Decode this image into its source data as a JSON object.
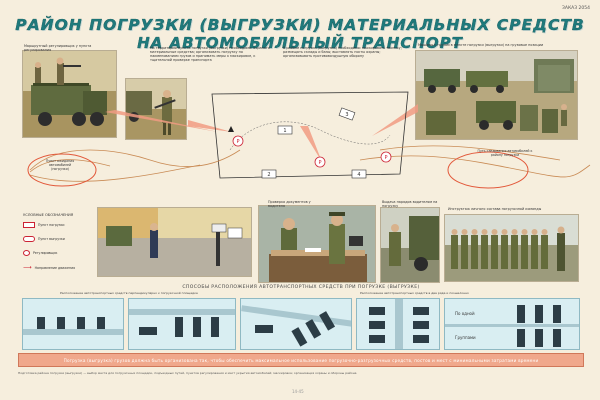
{
  "poster": {
    "title_line1": "РАЙОН ПОГРУЗКИ (ВЫГРУЗКИ) МАТЕРИАЛЬНЫХ СРЕДСТВ",
    "title_line2": "НА АВТОМОБИЛЬНЫЙ ТРАНСПОРТ",
    "code": "ЗАКАЗ 2054",
    "page_num": "14-45"
  },
  "top_captions": {
    "left": "Маршрутный регулировщик у пункта регулирования",
    "center": "На территории пункта погрузки (выгрузки) необходимо: охранять материальные средства; организовать погрузку по наименованиям грузов и принимать меры к маскировке, к тщательной проверке транспорта",
    "center_right": "В районе погрузки (выгрузки) необходимо: маскировать технику; размещать склады и базы; выставлять посты охраны; организовывать противовоздушную оборону",
    "right": "Машины с грузом в пункте погрузки (выгрузки) на грузовые позиции",
    "left_mid": "Пункт ожидания автомобилей (погрузки)",
    "right_mid": "Путь следования автомобилей к району погрузки"
  },
  "legend": {
    "title": "УСЛОВНЫЕ ОБОЗНАЧЕНИЯ",
    "items": [
      {
        "symbol": "1",
        "label": "Пункт погрузки"
      },
      {
        "symbol": "2",
        "label": "Пункт выгрузки"
      },
      {
        "symbol": "Р",
        "label": "Регулировщик"
      },
      {
        "symbol": "→",
        "label": "Направление движения"
      }
    ]
  },
  "mid_captions": {
    "a": "Проверка документов у водителя",
    "b": "Выдача нарядов водителям на погрузку",
    "c": "Инструктаж личного состава погрузочной команды"
  },
  "schemes": {
    "title": "СПОСОБЫ РАСПОЛОЖЕНИЯ АВТОТРАНСПОРТНЫХ СРЕДСТВ ПРИ ПОГРУЗКЕ (ВЫГРУЗКЕ)",
    "caption_left": "Расположение автотранспортных средств перпендикулярно к погрузочной площадке",
    "caption_right": "Расположение автотранспортных средств в два ряда и поэшелонно",
    "label_a": "По одной",
    "label_b": "Группами"
  },
  "band": "Погрузка (выгрузка) грузов должна быть организована так, чтобы обеспечить максимальное использование погрузочно-разгрузочных средств, постов и мест с минимальными затратами времени",
  "bottomline": "Подготовка района погрузки (выгрузки) — выбор места для погрузочных площадок, подъездных путей, пунктов регулирования и мест укрытия автомобилей; маскировка; организация охраны и обороны района"
}
